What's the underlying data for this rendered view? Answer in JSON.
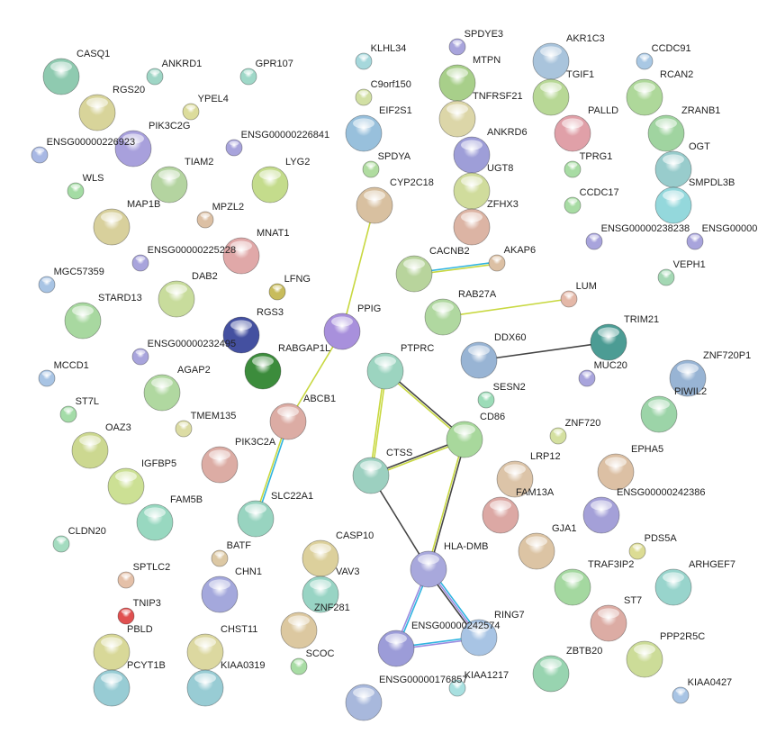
{
  "network": {
    "nodes": [
      {
        "label": "CASQ1",
        "color": "#8fcab0"
      },
      {
        "label": "ANKRD1",
        "color": "#9fd6c6"
      },
      {
        "label": "GPR107",
        "color": "#9fd8c8"
      },
      {
        "label": "KLHL34",
        "color": "#a6d8dc"
      },
      {
        "label": "SPDYE3",
        "color": "#a8a4dc"
      },
      {
        "label": "MTPN",
        "color": "#a8cf8a"
      },
      {
        "label": "AKR1C3",
        "color": "#a9c4dc"
      },
      {
        "label": "CCDC91",
        "color": "#a9c8e4"
      },
      {
        "label": "RGS20",
        "color": "#d8d49a"
      },
      {
        "label": "YPEL4",
        "color": "#dcdc9c"
      },
      {
        "label": "C9orf150",
        "color": "#d2e0a4"
      },
      {
        "label": "TNFRSF21",
        "color": "#dcd6a8"
      },
      {
        "label": "TGIF1",
        "color": "#b8d896"
      },
      {
        "label": "RCAN2",
        "color": "#aed89a"
      },
      {
        "label": "ENSG00000226923",
        "color": "#a8b8e4"
      },
      {
        "label": "PIK3C2G",
        "color": "#a8a0dc"
      },
      {
        "label": "ENSG00000226841",
        "color": "#a8a4dc"
      },
      {
        "label": "EIF2S1",
        "color": "#98c0dc"
      },
      {
        "label": "ANKRD6",
        "color": "#9e9ed8"
      },
      {
        "label": "PALLD",
        "color": "#e0a0a8"
      },
      {
        "label": "ZRANB1",
        "color": "#a0d4a0"
      },
      {
        "label": "WLS",
        "color": "#a4dca4"
      },
      {
        "label": "TIAM2",
        "color": "#b4d4a0"
      },
      {
        "label": "LYG2",
        "color": "#c4dc8c"
      },
      {
        "label": "SPDYA",
        "color": "#b0dca0"
      },
      {
        "label": "UGT8",
        "color": "#d0dc9c"
      },
      {
        "label": "TPRG1",
        "color": "#a8dca4"
      },
      {
        "label": "OGT",
        "color": "#98cccc"
      },
      {
        "label": "MAP1B",
        "color": "#d8d09c"
      },
      {
        "label": "MPZL2",
        "color": "#dcc0a4"
      },
      {
        "label": "CYP2C18",
        "color": "#d8c0a0"
      },
      {
        "label": "ZFHX3",
        "color": "#dcb4a4"
      },
      {
        "label": "CCDC17",
        "color": "#a8dca4"
      },
      {
        "label": "SMPDL3B",
        "color": "#94d8dc"
      },
      {
        "label": "ENSG00000225228",
        "color": "#a8a4dc"
      },
      {
        "label": "MNAT1",
        "color": "#e0a8a8"
      },
      {
        "label": "ENSG00000238238",
        "color": "#a8a4dc"
      },
      {
        "label": "ENSG00000",
        "color": "#a8a4dc"
      },
      {
        "label": "MGC57359",
        "color": "#a8c4e4"
      },
      {
        "label": "LFNG",
        "color": "#c8bc5c"
      },
      {
        "label": "CACNB2",
        "color": "#b8d49c"
      },
      {
        "label": "AKAP6",
        "color": "#dcc0a4"
      },
      {
        "label": "VEPH1",
        "color": "#a4d8b4"
      },
      {
        "label": "STARD13",
        "color": "#a8d8a0"
      },
      {
        "label": "DAB2",
        "color": "#c8dc9c"
      },
      {
        "label": "LUM",
        "color": "#e4b8a8"
      },
      {
        "label": "RAB27A",
        "color": "#b0d8a0"
      },
      {
        "label": "PPIG",
        "color": "#a890dc"
      },
      {
        "label": "RGS3",
        "color": "#4450a0"
      },
      {
        "label": "ENSG00000232495",
        "color": "#a8a4dc"
      },
      {
        "label": "RABGAP1L",
        "color": "#3c8c3c"
      },
      {
        "label": "DDX60",
        "color": "#98b4d4"
      },
      {
        "label": "TRIM21",
        "color": "#4c9c94"
      },
      {
        "label": "ZNF720P1",
        "color": "#98b4d4"
      },
      {
        "label": "MCCD1",
        "color": "#a8c4e4"
      },
      {
        "label": "MUC20",
        "color": "#a8a4dc"
      },
      {
        "label": "PTPRC",
        "color": "#9cd4c0"
      },
      {
        "label": "AGAP2",
        "color": "#b0d8a0"
      },
      {
        "label": "SESN2",
        "color": "#9cdcb8"
      },
      {
        "label": "ST7L",
        "color": "#a4dca8"
      },
      {
        "label": "PIWIL2",
        "color": "#9cd4a8"
      },
      {
        "label": "ABCB1",
        "color": "#dcaca4"
      },
      {
        "label": "TMEM135",
        "color": "#dcdca4"
      },
      {
        "label": "CD86",
        "color": "#a8d89c"
      },
      {
        "label": "ZNF720",
        "color": "#d4e0a0"
      },
      {
        "label": "OAZ3",
        "color": "#ccd890"
      },
      {
        "label": "PIK3C2A",
        "color": "#dcaca4"
      },
      {
        "label": "EPHA5",
        "color": "#dcc0a4"
      },
      {
        "label": "LRP12",
        "color": "#dcc4a8"
      },
      {
        "label": "CTSS",
        "color": "#9cd0c0"
      },
      {
        "label": "IGFBP5",
        "color": "#cce094"
      },
      {
        "label": "FAM13A",
        "color": "#dca8a4"
      },
      {
        "label": "ENSG00000242386",
        "color": "#a4a0d8"
      },
      {
        "label": "FAM5B",
        "color": "#98d8c0"
      },
      {
        "label": "SLC22A1",
        "color": "#98d4c0"
      },
      {
        "label": "GJA1",
        "color": "#dcc4a4"
      },
      {
        "label": "PDS5A",
        "color": "#dcdc94"
      },
      {
        "label": "CLDN20",
        "color": "#a4dcc0"
      },
      {
        "label": "BATF",
        "color": "#dcc8a4"
      },
      {
        "label": "CASP10",
        "color": "#dcd09c"
      },
      {
        "label": "HLA-DMB",
        "color": "#a8a8dc"
      },
      {
        "label": "TRAF3IP2",
        "color": "#a4d8a0"
      },
      {
        "label": "ARHGEF7",
        "color": "#98d4cc"
      },
      {
        "label": "SPTLC2",
        "color": "#e4c0a8"
      },
      {
        "label": "CHN1",
        "color": "#a4a8dc"
      },
      {
        "label": "VAV3",
        "color": "#98d4c4"
      },
      {
        "label": "ZNF281",
        "color": "#dcc8a0"
      },
      {
        "label": "SCOC",
        "color": "#a8dca4"
      },
      {
        "label": "TNIP3",
        "color": "#e05050"
      },
      {
        "label": "ST7",
        "color": "#dcaca4"
      },
      {
        "label": "RING7",
        "color": "#a8c4e4"
      },
      {
        "label": "ENSG00000242574",
        "color": "#9c9cd8"
      },
      {
        "label": "PBLD",
        "color": "#d8d898"
      },
      {
        "label": "CHST11",
        "color": "#dcd8a0"
      },
      {
        "label": "PPP2R5C",
        "color": "#ccdc98"
      },
      {
        "label": "ZBTB20",
        "color": "#98d4b0"
      },
      {
        "label": "ENSG00000176857",
        "color": "#a8b8dc"
      },
      {
        "label": "KIAA1217",
        "color": "#a8e0e0"
      },
      {
        "label": "PCYT1B",
        "color": "#98ccd4"
      },
      {
        "label": "KIAA0319",
        "color": "#98ccd4"
      },
      {
        "label": "KIAA0427",
        "color": "#a8c4e4"
      }
    ],
    "edges": [
      {
        "source": "CYP2C18",
        "target": "PPIG",
        "colors": [
          "#c8d840"
        ]
      },
      {
        "source": "PPIG",
        "target": "ABCB1",
        "colors": [
          "#c8d840"
        ]
      },
      {
        "source": "ABCB1",
        "target": "SLC22A1",
        "colors": [
          "#30b4e0",
          "#c8d840"
        ]
      },
      {
        "source": "CACNB2",
        "target": "AKAP6",
        "colors": [
          "#30b4e0",
          "#c8d840"
        ]
      },
      {
        "source": "RAB27A",
        "target": "LUM",
        "colors": [
          "#c8d840"
        ]
      },
      {
        "source": "DDX60",
        "target": "TRIM21",
        "colors": [
          "#444444"
        ]
      },
      {
        "source": "PTPRC",
        "target": "CD86",
        "colors": [
          "#444444",
          "#c8d840"
        ]
      },
      {
        "source": "PTPRC",
        "target": "CTSS",
        "colors": [
          "#c8d840",
          "#c8d840"
        ]
      },
      {
        "source": "CD86",
        "target": "CTSS",
        "colors": [
          "#c8d840",
          "#444444"
        ]
      },
      {
        "source": "CD86",
        "target": "HLA-DMB",
        "colors": [
          "#444444",
          "#c8d840"
        ]
      },
      {
        "source": "CTSS",
        "target": "HLA-DMB",
        "colors": [
          "#444444"
        ]
      },
      {
        "source": "HLA-DMB",
        "target": "ENSG00000242574",
        "colors": [
          "#30b4e0",
          "#9c8ce0"
        ]
      },
      {
        "source": "HLA-DMB",
        "target": "RING7",
        "colors": [
          "#30b4e0",
          "#9c8ce0",
          "#444444"
        ]
      },
      {
        "source": "ENSG00000242574",
        "target": "RING7",
        "colors": [
          "#30b4e0",
          "#9c8ce0"
        ]
      }
    ]
  }
}
